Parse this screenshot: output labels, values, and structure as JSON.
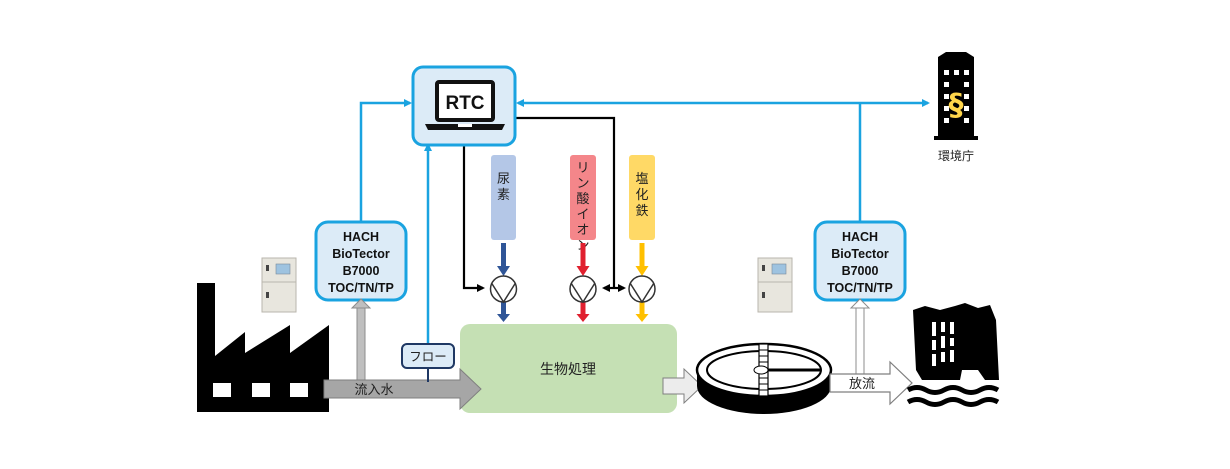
{
  "diagram": {
    "controller": {
      "label": "RTC",
      "icon": "laptop-icon"
    },
    "analyzers": [
      {
        "lines": [
          "HACH",
          "BioTector",
          "B7000",
          "TOC/TN/TP"
        ],
        "position": "inlet"
      },
      {
        "lines": [
          "HACH",
          "BioTector",
          "B7000",
          "TOC/TN/TP"
        ],
        "position": "outlet"
      }
    ],
    "chemicals": [
      {
        "label": "尿素",
        "color": "#b4c7e7",
        "arrow_color": "#2f5597"
      },
      {
        "label": "リン酸イオン",
        "color": "#f4868a",
        "arrow_color": "#e0202f"
      },
      {
        "label": "塩化鉄",
        "color": "#ffd966",
        "arrow_color": "#ffc000"
      }
    ],
    "flow_meter": {
      "label": "フロー"
    },
    "inflow": {
      "label": "流入水"
    },
    "treatment": {
      "label": "生物処理",
      "color": "#c5e0b4"
    },
    "discharge": {
      "label": "放流"
    },
    "authority": {
      "label": "環境庁",
      "icon": "law-building-icon",
      "symbol": "§"
    },
    "icons": [
      "factory-icon",
      "analyzer-cabinet-icon",
      "pump-icon",
      "clarifier-icon",
      "river-icon"
    ],
    "colors": {
      "signal_line": "#1aa3e0",
      "box_fill": "#dcebf7",
      "control_line": "#000000",
      "inflow_arrow": "#a6a6a6",
      "outflow_arrow": "#f2f2f2"
    }
  }
}
